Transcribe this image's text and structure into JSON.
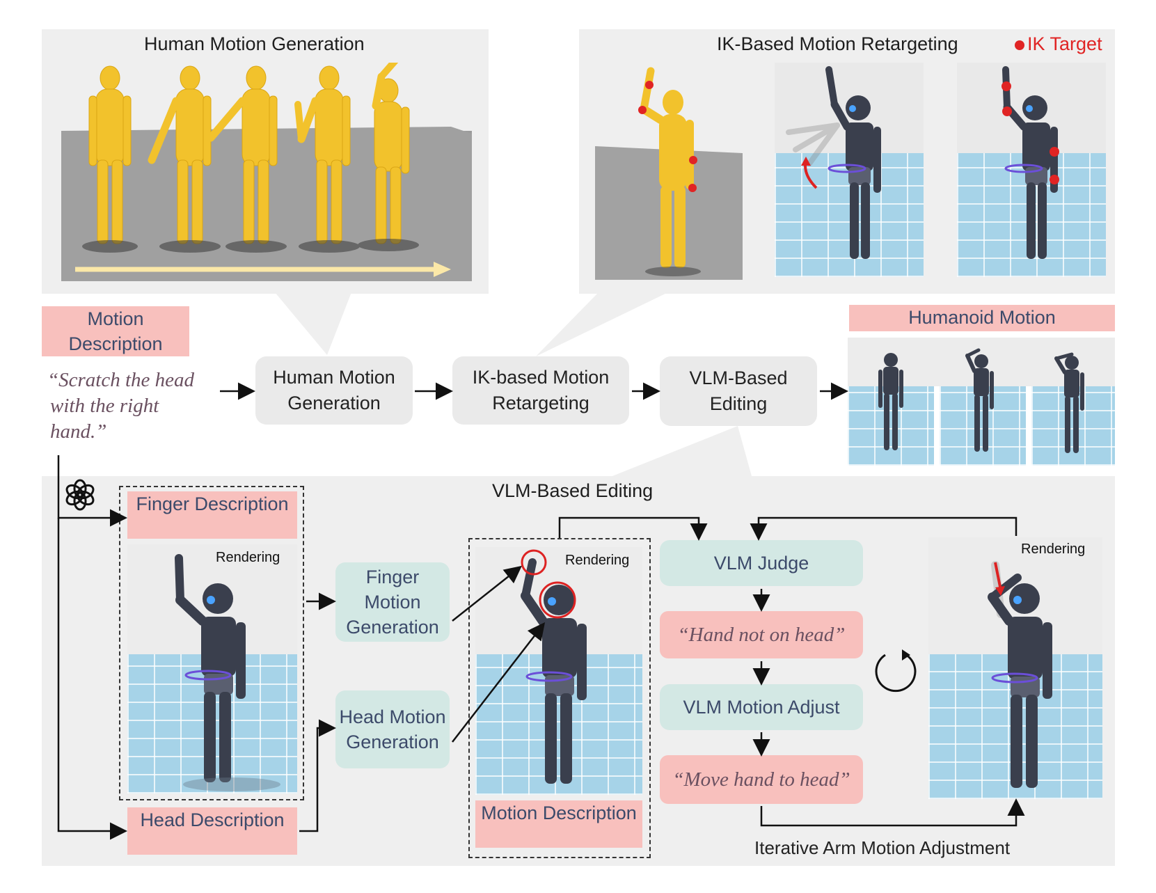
{
  "top_left_panel": {
    "title": "Human Motion Generation"
  },
  "top_right_panel": {
    "title": "IK-Based Motion Retargeting",
    "legend": "IK Target"
  },
  "pipeline": {
    "motion_description_label": "Motion Description",
    "prompt_text_lines": [
      "“Scratch the head",
      "with the right",
      "hand.”"
    ],
    "step1": "Human Motion Generation",
    "step2": "IK-based Motion Retargeting",
    "step3": "VLM-Based Editing",
    "output_label": "Humanoid Motion"
  },
  "bottom_panel": {
    "title": "VLM-Based Editing",
    "finger_description": "Finger Description",
    "head_description": "Head Description",
    "finger_motion_generation": "Finger Motion Generation",
    "head_motion_generation": "Head Motion Generation",
    "rendering_label": "Rendering",
    "motion_description": "Motion Description",
    "vlm_judge": "VLM Judge",
    "judge_feedback": "“Hand not on head”",
    "vlm_motion_adjust": "VLM Motion Adjust",
    "adjust_instruction": "“Move hand to head”",
    "iteration_caption": "Iterative Arm Motion Adjustment"
  },
  "colors": {
    "panel_bg": "#efefef",
    "pink_box": "#f8c0bd",
    "teal_box": "#d3e8e4",
    "human_mesh": "#f2c22c",
    "ik_target": "#e02424",
    "floor": "#a6d3e8",
    "robot": "#3a3f4d"
  }
}
